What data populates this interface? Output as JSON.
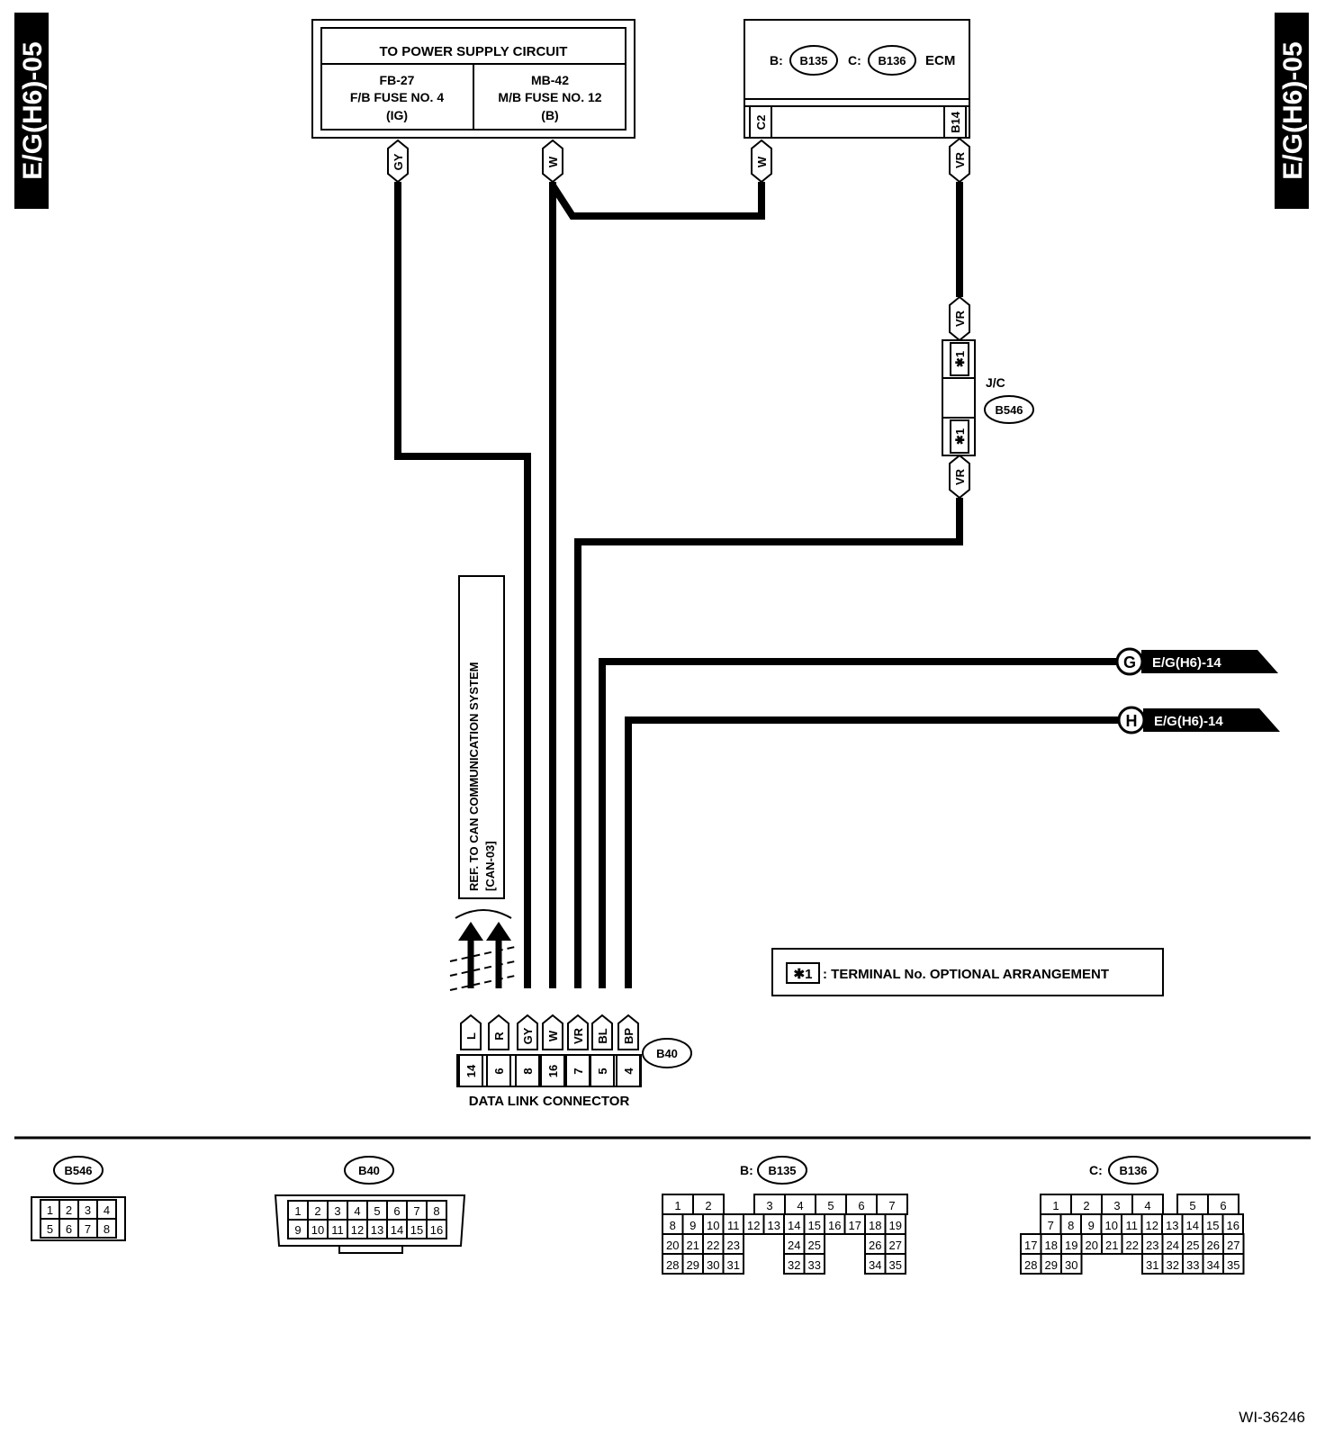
{
  "side_label_left": "E/G(H6)-05",
  "side_label_right": "E/G(H6)-05",
  "power_box": {
    "title": "TO POWER SUPPLY CIRCUIT",
    "left_l1": "FB-27",
    "left_l2": "F/B FUSE NO. 4",
    "left_l3": "(IG)",
    "right_l1": "MB-42",
    "right_l2": "M/B FUSE NO. 12",
    "right_l3": "(B)"
  },
  "ecm": {
    "b_prefix": "B:",
    "b_conn": "B135",
    "c_prefix": "C:",
    "c_conn": "B136",
    "label": "ECM",
    "pin_c2": "C2",
    "pin_b14": "B14"
  },
  "wires": {
    "gy": "GY",
    "w_top": "W",
    "w_ecm": "W",
    "vr_ecm": "VR",
    "vr_jc_top": "VR",
    "vr_jc_bottom": "VR"
  },
  "jc": {
    "label": "J/C",
    "conn": "B546",
    "star_top": "✱1",
    "star_bottom": "✱1"
  },
  "refs": {
    "g_letter": "G",
    "g_text": "E/G(H6)-14",
    "h_letter": "H",
    "h_text": "E/G(H6)-14"
  },
  "can_ref": {
    "line1": "REF. TO CAN COMMUNICATION SYSTEM",
    "line2": "[CAN-03]"
  },
  "legend": {
    "symbol": "✱1",
    "text": ": TERMINAL No. OPTIONAL ARRANGEMENT"
  },
  "dlc": {
    "conn": "B40",
    "title": "DATA LINK CONNECTOR",
    "wire_colors": [
      "L",
      "R",
      "GY",
      "W",
      "VR",
      "BL",
      "BP"
    ],
    "pins": [
      "14",
      "6",
      "8",
      "16",
      "7",
      "5",
      "4"
    ]
  },
  "faces": {
    "b546": {
      "label": "B546",
      "row1": [
        "1",
        "2",
        "3",
        "4"
      ],
      "row2": [
        "5",
        "6",
        "7",
        "8"
      ]
    },
    "b40": {
      "label": "B40",
      "row1": [
        "1",
        "2",
        "3",
        "4",
        "5",
        "6",
        "7",
        "8"
      ],
      "row2": [
        "9",
        "10",
        "11",
        "12",
        "13",
        "14",
        "15",
        "16"
      ]
    },
    "b135": {
      "prefix": "B:",
      "label": "B135",
      "row1": [
        "1",
        "2",
        "",
        "",
        "3",
        "4",
        "5",
        "6",
        "7"
      ],
      "row2": [
        "8",
        "9",
        "10",
        "11",
        "12",
        "13",
        "14",
        "15",
        "16",
        "17",
        "18",
        "19"
      ],
      "row3": [
        "20",
        "21",
        "22",
        "23",
        "",
        "",
        "24",
        "25",
        "",
        "",
        "26",
        "27"
      ],
      "row4": [
        "28",
        "29",
        "30",
        "31",
        "",
        "",
        "32",
        "33",
        "",
        "",
        "34",
        "35"
      ]
    },
    "b136": {
      "prefix": "C:",
      "label": "B136",
      "row1": [
        "1",
        "2",
        "3",
        "4",
        "",
        "5",
        "6"
      ],
      "row2": [
        "7",
        "8",
        "9",
        "10",
        "11",
        "12",
        "13",
        "14",
        "15",
        "16"
      ],
      "row3": [
        "17",
        "18",
        "19",
        "20",
        "21",
        "22",
        "23",
        "24",
        "25",
        "26",
        "27"
      ],
      "row4": [
        "28",
        "29",
        "30",
        "",
        "",
        "",
        "31",
        "32",
        "33",
        "34",
        "35"
      ]
    }
  },
  "figure_id": "WI-36246"
}
